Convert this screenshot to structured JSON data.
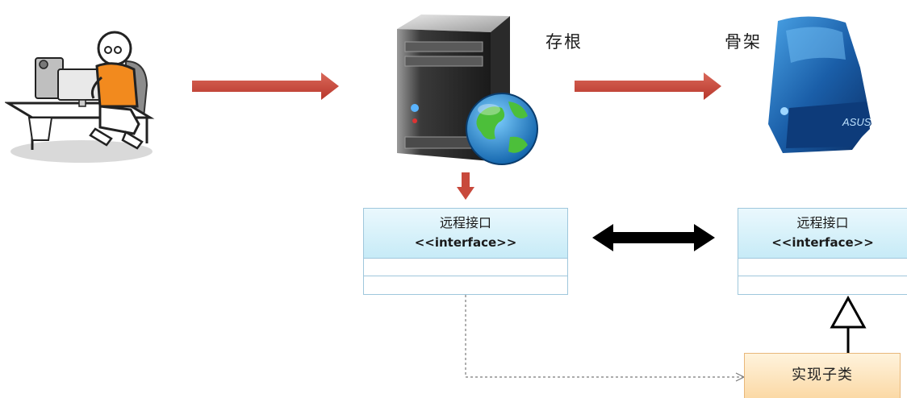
{
  "labels": {
    "stub": "存根",
    "skeleton": "骨架"
  },
  "client_interface": {
    "name": "远程接口",
    "stereotype": "<<interface>>"
  },
  "server_interface": {
    "name": "远程接口",
    "stereotype": "<<interface>>"
  },
  "implementation": {
    "name": "实现子类"
  },
  "server_brand": "ASUS",
  "colors": {
    "flow_arrow": "#c8493c",
    "link_arrow": "#000000",
    "interface_fill": "#cfeef8",
    "impl_fill": "#fbd9a6"
  }
}
